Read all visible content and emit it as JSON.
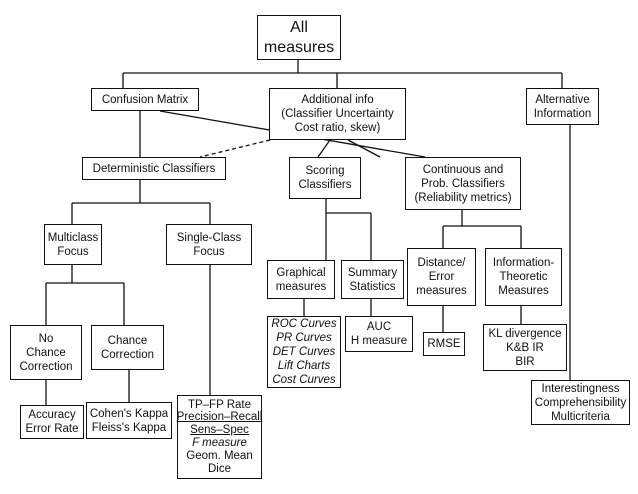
{
  "nodes": {
    "all": [
      "All",
      "measures"
    ],
    "confusion": [
      "Confusion Matrix"
    ],
    "additional": [
      "Additional info",
      "(Classifier Uncertainty",
      "Cost ratio, skew)"
    ],
    "alternative": [
      "Alternative",
      "Information"
    ],
    "deterministic": [
      "Deterministic Classifiers"
    ],
    "scoring": [
      "Scoring",
      "Classifiers"
    ],
    "continuous": [
      "Continuous and",
      "Prob. Classifiers",
      "(Reliability metrics)"
    ],
    "multiclass": [
      "Multiclass",
      "Focus"
    ],
    "singleclass": [
      "Single-Class",
      "Focus"
    ],
    "graphical": [
      "Graphical",
      "measures"
    ],
    "summary": [
      "Summary",
      "Statistics"
    ],
    "distance": [
      "Distance/",
      "Error",
      "measures"
    ],
    "infotheoretic": [
      "Information-",
      "Theoretic",
      "Measures"
    ],
    "nochance": [
      "No",
      "Chance",
      "Correction"
    ],
    "chance": [
      "Chance",
      "Correction"
    ],
    "curves": [
      "ROC Curves",
      "PR Curves",
      "DET Curves",
      "Lift Charts",
      "Cost Curves"
    ],
    "auc": [
      "AUC",
      "H measure"
    ],
    "rmse": [
      "RMSE"
    ],
    "kl": [
      "KL divergence",
      "K&B IR",
      "BIR"
    ],
    "accuracy": [
      "Accuracy",
      "Error Rate"
    ],
    "kappa": [
      "Cohen's Kappa",
      "Fleiss's Kappa"
    ],
    "rates": [
      "TP–FP Rate",
      "Precision–Recall",
      "Sens–Spec",
      "F measure",
      "Geom. Mean",
      "Dice"
    ],
    "interestingness": [
      "Interestingness",
      "Comprehensibility",
      "Multicriteria"
    ]
  }
}
